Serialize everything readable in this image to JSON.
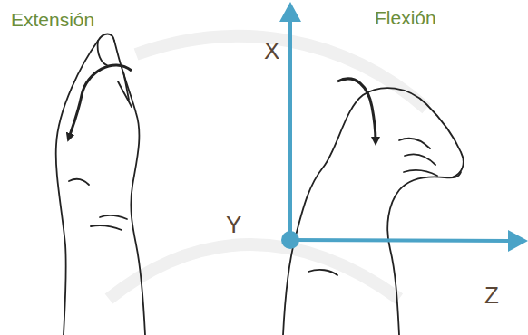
{
  "diagram": {
    "labels": [
      "Extensión",
      "Flexión",
      "X",
      "Y",
      "Z"
    ]
  }
}
